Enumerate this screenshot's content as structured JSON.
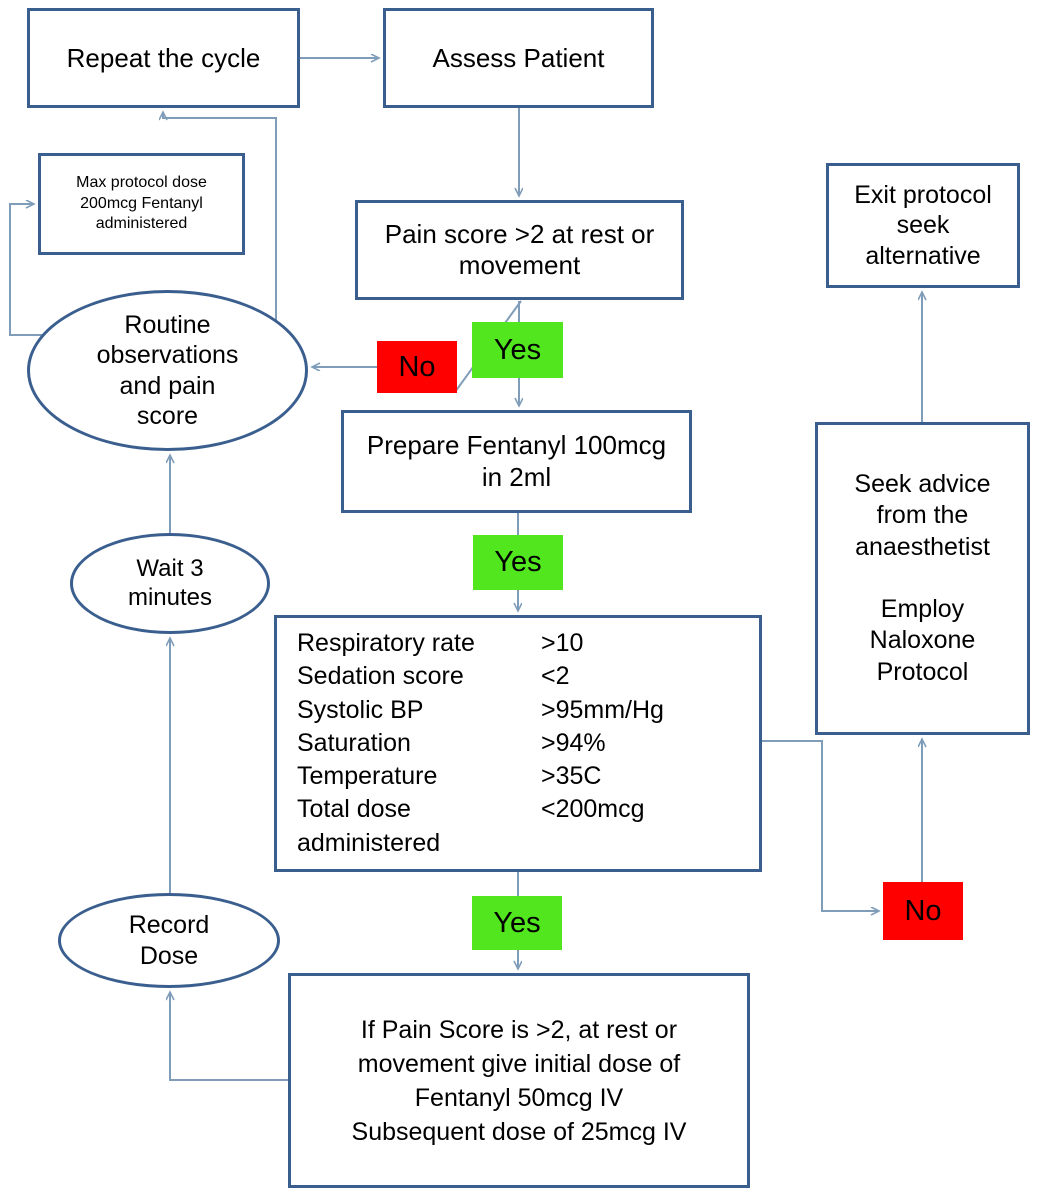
{
  "diagram": {
    "title": "Fentanyl analgesia protocol flowchart",
    "colors": {
      "node_border": "#3a5f8f",
      "connector": "#7f9db9",
      "yes_badge": "#51e61d",
      "no_badge": "#fe0000",
      "text": "#000000",
      "background": "#ffffff"
    },
    "nodes": {
      "repeat_cycle": {
        "shape": "rectangle",
        "label": "Repeat the cycle"
      },
      "assess_patient": {
        "shape": "rectangle",
        "label": "Assess Patient"
      },
      "max_dose": {
        "shape": "rectangle",
        "lines": [
          "Max protocol dose",
          "200mcg Fentanyl",
          "administered"
        ]
      },
      "exit_protocol": {
        "shape": "rectangle",
        "lines": [
          "Exit protocol",
          "seek",
          "alternative"
        ]
      },
      "pain_score": {
        "shape": "rectangle",
        "lines": [
          "Pain score >2 at rest or",
          "movement"
        ]
      },
      "routine_observations": {
        "shape": "ellipse",
        "lines": [
          "Routine",
          "observations",
          "and pain",
          "score"
        ]
      },
      "prepare_fentanyl": {
        "shape": "rectangle",
        "lines": [
          "Prepare Fentanyl 100mcg",
          "in 2ml"
        ]
      },
      "seek_advice": {
        "shape": "rectangle",
        "lines": [
          "Seek advice",
          "from the",
          "anaesthetist",
          "",
          "Employ",
          "Naloxone",
          "Protocol"
        ]
      },
      "wait_three_minutes": {
        "shape": "ellipse",
        "lines": [
          "Wait 3",
          "minutes"
        ]
      },
      "record_dose": {
        "shape": "ellipse",
        "lines": [
          "Record",
          "Dose"
        ]
      },
      "vitals_check": {
        "shape": "rectangle",
        "rows": [
          {
            "label": "Respiratory rate",
            "value": ">10"
          },
          {
            "label": "Sedation score",
            "value": "<2"
          },
          {
            "label": "Systolic BP",
            "value": ">95mm/Hg"
          },
          {
            "label": "Saturation",
            "value": ">94%"
          },
          {
            "label": "Temperature",
            "value": ">35C"
          },
          {
            "label": "Total dose administered",
            "value": "<200mcg"
          }
        ]
      },
      "give_dose": {
        "shape": "rectangle",
        "lines": [
          "If Pain Score is >2, at rest or",
          "movement give initial dose of",
          "Fentanyl 50mcg IV",
          "Subsequent dose of 25mcg IV"
        ]
      }
    },
    "badges": {
      "yes_pain_score": "Yes",
      "no_pain_score": "No",
      "yes_prepare": "Yes",
      "yes_vitals": "Yes",
      "no_vitals": "No"
    }
  }
}
